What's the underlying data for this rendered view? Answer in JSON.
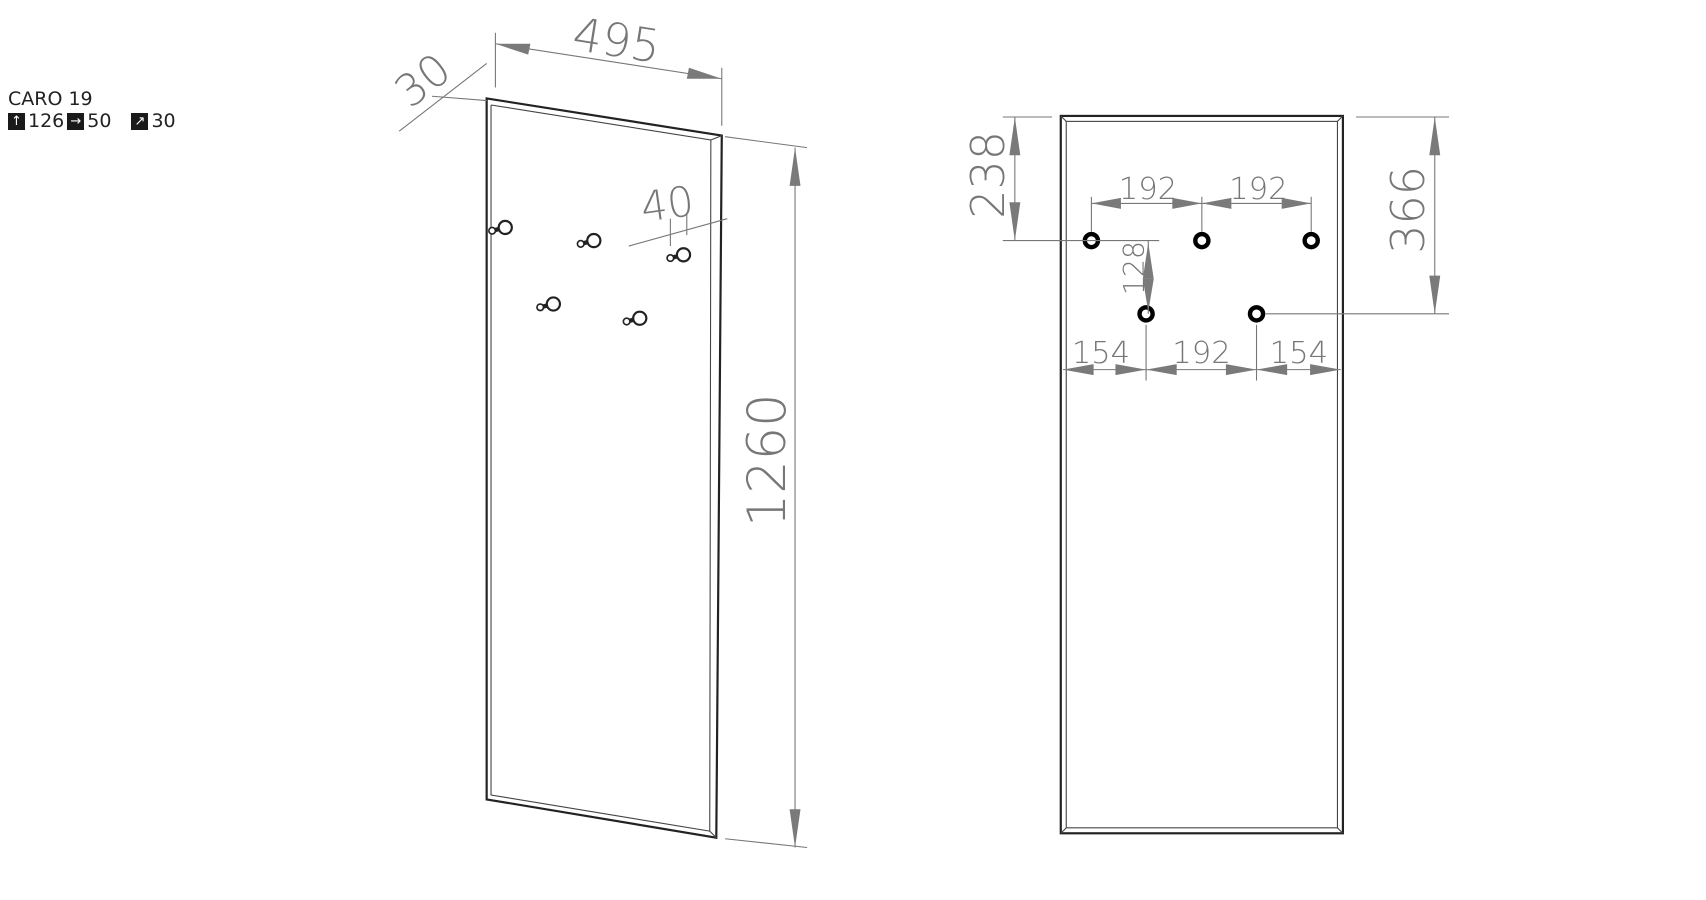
{
  "product": {
    "name": "CARO 19",
    "height": "126",
    "width": "50",
    "depth": "30",
    "icons": [
      "arrow-up-icon",
      "arrow-right-icon",
      "arrow-diagonal-icon"
    ]
  },
  "side_view": {
    "width_dim": "495",
    "depth_dim": "30",
    "hook_depth_dim": "40",
    "height_dim": "1260"
  },
  "front_view": {
    "top_to_hooks_dim": "238",
    "top_to_lower_hooks_dim": "366",
    "upper_spacing_left": "192",
    "upper_spacing_right": "192",
    "row_gap_dim": "128",
    "lower_left_margin": "154",
    "lower_spacing": "192",
    "lower_right_margin": "154"
  }
}
